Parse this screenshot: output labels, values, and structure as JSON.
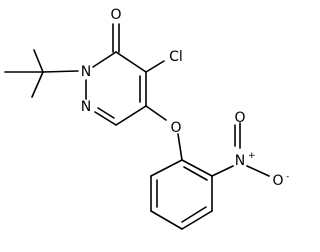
{
  "molecule": {
    "atoms": {
      "carbonyl_oxygen": "O",
      "chlorine": "Cl",
      "ring_nitrogen_1": "N",
      "ring_nitrogen_2": "N",
      "ether_oxygen": "O",
      "nitro_nitrogen": "N",
      "nitro_plus": "+",
      "nitro_oxygen_top": "O",
      "nitro_oxygen_right": "O",
      "nitro_minus": "-"
    }
  }
}
